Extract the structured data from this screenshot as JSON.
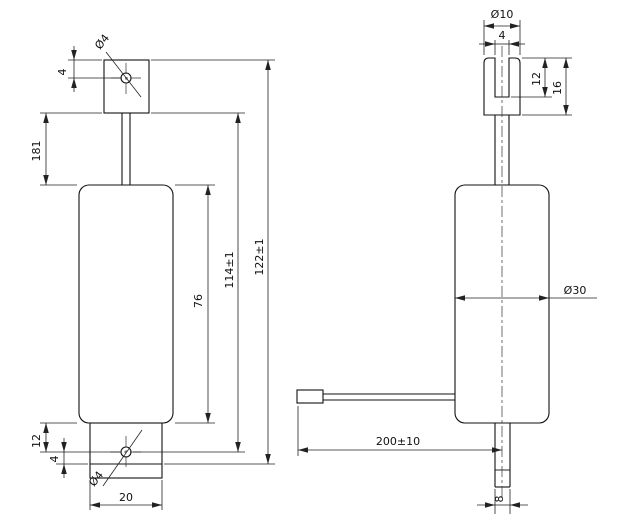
{
  "dims": {
    "left": {
      "hole_top_dia": "Ø4",
      "hole_top_offset": "4",
      "upper_section": "181",
      "body_length": "76",
      "length_mid": "114±1",
      "length_overall": "122±1",
      "bottom_step": "12",
      "bottom_hole_offset": "4",
      "hole_bottom_dia": "Ø4",
      "tab_width": "20"
    },
    "right": {
      "head_dia": "Ø10",
      "slot_width": "4",
      "slot_depth": "12",
      "head_height": "16",
      "body_dia": "Ø30",
      "lead_length": "200±10",
      "shaft_dia": "8"
    }
  }
}
